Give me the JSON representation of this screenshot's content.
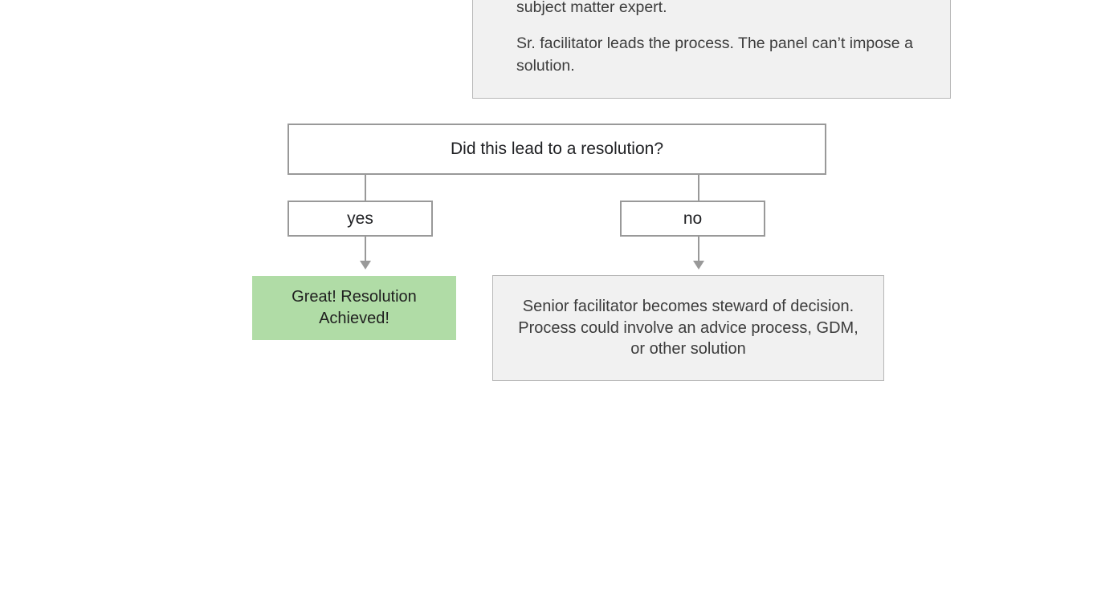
{
  "diagram": {
    "title": "Conflict resolution flowchart (partial)",
    "colors": {
      "box_border": "#999999",
      "note_border": "#b7b7b7",
      "note_fill": "#f1f1f1",
      "success_fill": "#b0dca6",
      "connector": "#999999",
      "text": "#202124",
      "background": "#ffffff"
    },
    "nodes": {
      "note_top": {
        "type": "note",
        "line1": "subject matter expert.",
        "line2": "Sr. facilitator leads the process. The panel can’t impose a solution."
      },
      "decision": {
        "type": "decision",
        "label": "Did this lead to a resolution?"
      },
      "branch_yes": {
        "type": "branch-label",
        "label": "yes"
      },
      "branch_no": {
        "type": "branch-label",
        "label": "no"
      },
      "outcome_success": {
        "type": "terminal",
        "label": "Great! Resolution Achieved!"
      },
      "outcome_escalate": {
        "type": "process",
        "label": "Senior facilitator becomes steward of decision. Process could involve an advice process, GDM, or other solution"
      }
    },
    "edges": [
      {
        "from": "decision",
        "to": "branch_yes",
        "label": ""
      },
      {
        "from": "decision",
        "to": "branch_no",
        "label": ""
      },
      {
        "from": "branch_yes",
        "to": "outcome_success",
        "label": ""
      },
      {
        "from": "branch_no",
        "to": "outcome_escalate",
        "label": ""
      }
    ]
  }
}
